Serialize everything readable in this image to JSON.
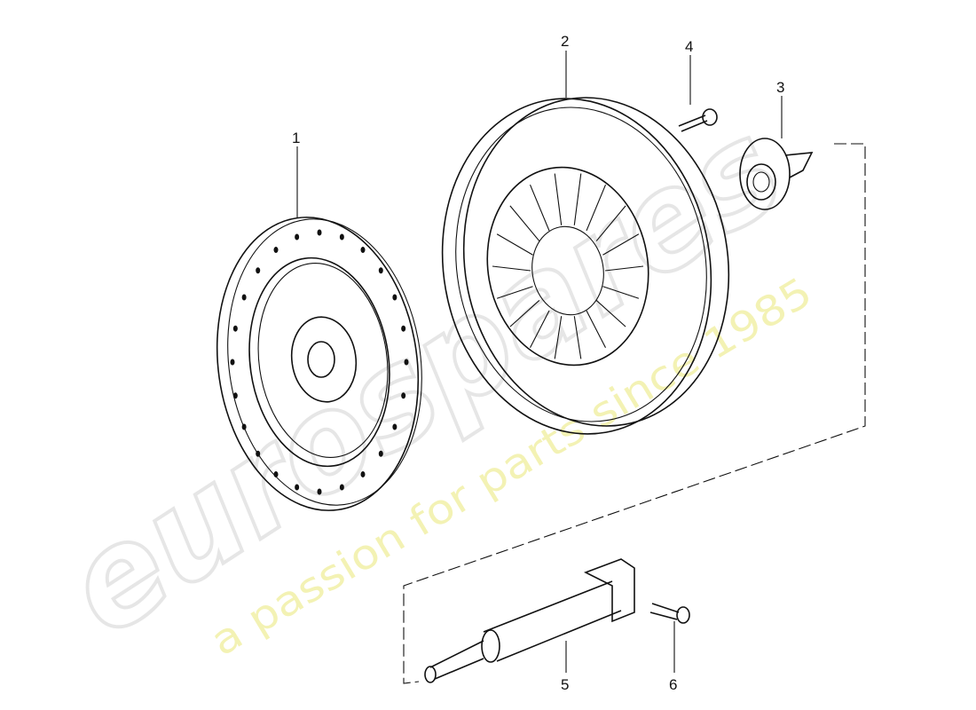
{
  "watermark": {
    "brand": "eurospares",
    "tagline": "a passion for parts since 1985",
    "tagline_color": "#f2f0a8"
  },
  "callouts": [
    {
      "number": "1",
      "part": "clutch-disc"
    },
    {
      "number": "2",
      "part": "pressure-plate"
    },
    {
      "number": "3",
      "part": "release-bearing"
    },
    {
      "number": "4",
      "part": "bolt"
    },
    {
      "number": "5",
      "part": "guide-shaft"
    },
    {
      "number": "6",
      "part": "bolt"
    }
  ]
}
